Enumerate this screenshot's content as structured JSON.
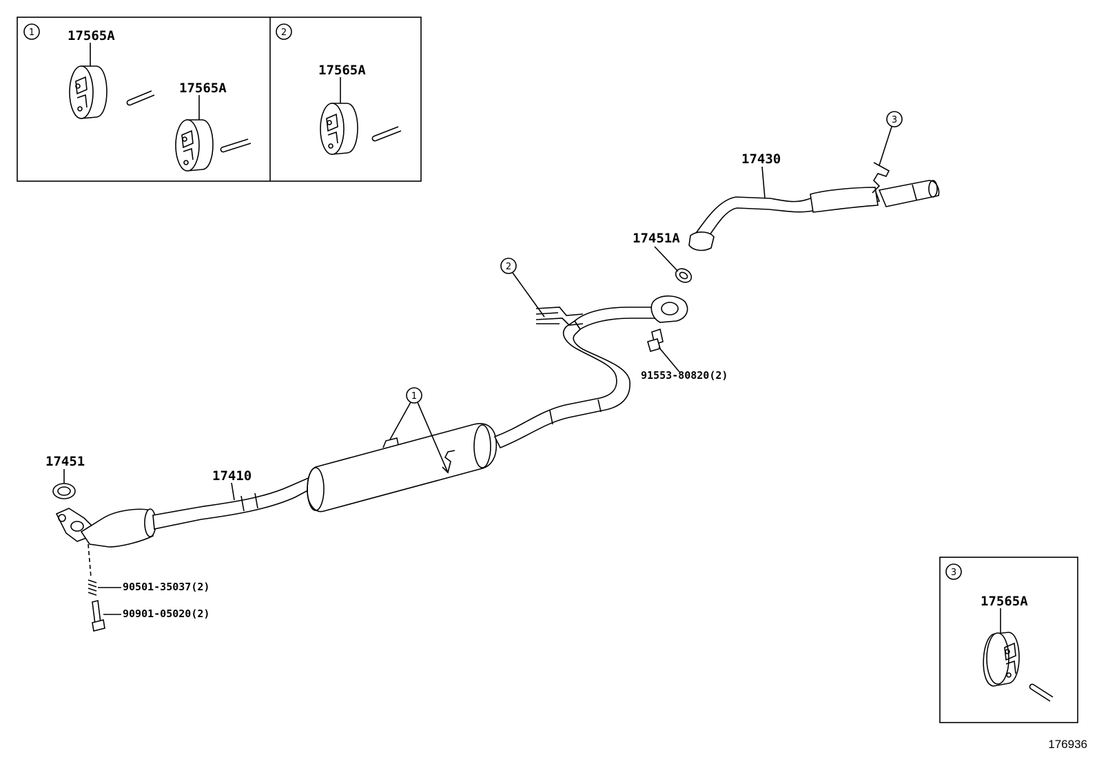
{
  "callouts": {
    "c1": "1",
    "c2": "2",
    "c3": "3"
  },
  "parts": {
    "insulator_a": "17565A",
    "front_pipe": "17410",
    "tail_pipe": "17430",
    "gasket_front": "17451",
    "gasket_rear": "17451A",
    "bolt_rear": "91553-80820(2)",
    "spring": "90501-35037(2)",
    "bolt_front": "90901-05020(2)"
  },
  "figure_number": "176936"
}
